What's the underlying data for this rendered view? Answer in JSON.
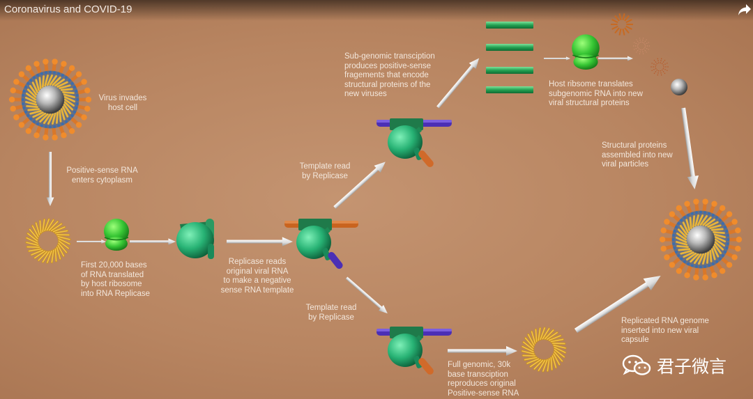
{
  "video": {
    "title": "Coronavirus and COVID-19"
  },
  "labels": {
    "virus_invades": [
      "Virus invades",
      "host cell"
    ],
    "positive_sense": [
      "Positive-sense RNA",
      "enters cytoplasm"
    ],
    "first_bases": [
      "First 20,000 bases",
      "of RNA translated",
      "by host ribosome",
      "into RNA Replicase"
    ],
    "replicase_reads": [
      "Replicase reads",
      "original viral RNA",
      "to make a negative",
      "sense RNA template"
    ],
    "template_read_top": [
      "Template read",
      "by Replicase"
    ],
    "template_read_bottom": [
      "Template read",
      "by Replicase"
    ],
    "subgenomic": [
      "Sub-genomic transciption",
      "produces positive-sense",
      "fragements that encode",
      "structural proteins of the",
      "new viruses"
    ],
    "host_ribosome": [
      "Host ribsome translates",
      "subgenomic RNA into new",
      "viral structural proteins"
    ],
    "structural_assembled": [
      "Structural proteins",
      "assembled into new",
      "viral particles"
    ],
    "replicated_genome": [
      "Replicated RNA genome",
      "inserted into new viral",
      "capsule"
    ],
    "full_genomic": [
      "Full genomic, 30k",
      "base transciption",
      "reproduces original",
      "Positive-sense RNA"
    ]
  },
  "watermark": {
    "text": "君子微言"
  },
  "icons": {
    "share": "share-arrow-icon",
    "wechat": "wechat-icon"
  },
  "colors": {
    "background": "#b88561",
    "ribosome": "#39c23a",
    "replicase": "#2fae7a",
    "rna_positive": "#d06a2a",
    "rna_negative": "#4b2fb5",
    "subgenomic_bar": "#2aa85a",
    "spike": "#e8862a"
  }
}
